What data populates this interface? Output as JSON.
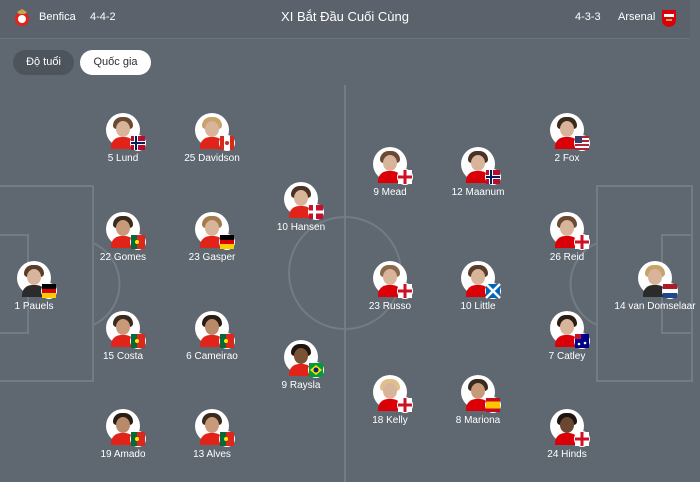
{
  "header": {
    "title": "XI Bắt Đầu Cuối Cùng",
    "home": {
      "name": "Benfica",
      "formation": "4-4-2"
    },
    "away": {
      "name": "Arsenal",
      "formation": "4-3-3"
    }
  },
  "tabs": [
    {
      "label": "Độ tuổi",
      "active": false
    },
    {
      "label": "Quốc gia",
      "active": true
    }
  ],
  "colors": {
    "benfica": "#e2231a",
    "arsenal": "#db0007",
    "pitch": "#5f6770",
    "lines": "#7a828b"
  },
  "home_players": [
    {
      "label": "5 Lund",
      "flag": "norway-flag"
    },
    {
      "label": "25 Davidson",
      "flag": "canada-flag"
    },
    {
      "label": "22 Gomes",
      "flag": "portugal-flag"
    },
    {
      "label": "23 Gasper",
      "flag": "germany-flag"
    },
    {
      "label": "10 Hansen",
      "flag": "denmark-flag"
    },
    {
      "label": "1 Pauels",
      "flag": "germany-flag"
    },
    {
      "label": "15 Costa",
      "flag": "portugal-flag"
    },
    {
      "label": "6 Cameirao",
      "flag": "portugal-flag"
    },
    {
      "label": "9 Raysla",
      "flag": "brazil-flag"
    },
    {
      "label": "19 Amado",
      "flag": "portugal-flag"
    },
    {
      "label": "13 Alves",
      "flag": "portugal-flag"
    }
  ],
  "away_players": [
    {
      "label": "9 Mead",
      "flag": "england-flag"
    },
    {
      "label": "12 Maanum",
      "flag": "norway-flag"
    },
    {
      "label": "2 Fox",
      "flag": "usa-flag"
    },
    {
      "label": "26 Reid",
      "flag": "england-flag"
    },
    {
      "label": "23 Russo",
      "flag": "england-flag"
    },
    {
      "label": "10 Little",
      "flag": "scotland-flag"
    },
    {
      "label": "14 van Domselaar",
      "flag": "netherlands-flag"
    },
    {
      "label": "7 Catley",
      "flag": "australia-flag"
    },
    {
      "label": "18 Kelly",
      "flag": "england-flag"
    },
    {
      "label": "8 Mariona",
      "flag": "spain-flag"
    },
    {
      "label": "24 Hinds",
      "flag": "england-flag"
    }
  ]
}
